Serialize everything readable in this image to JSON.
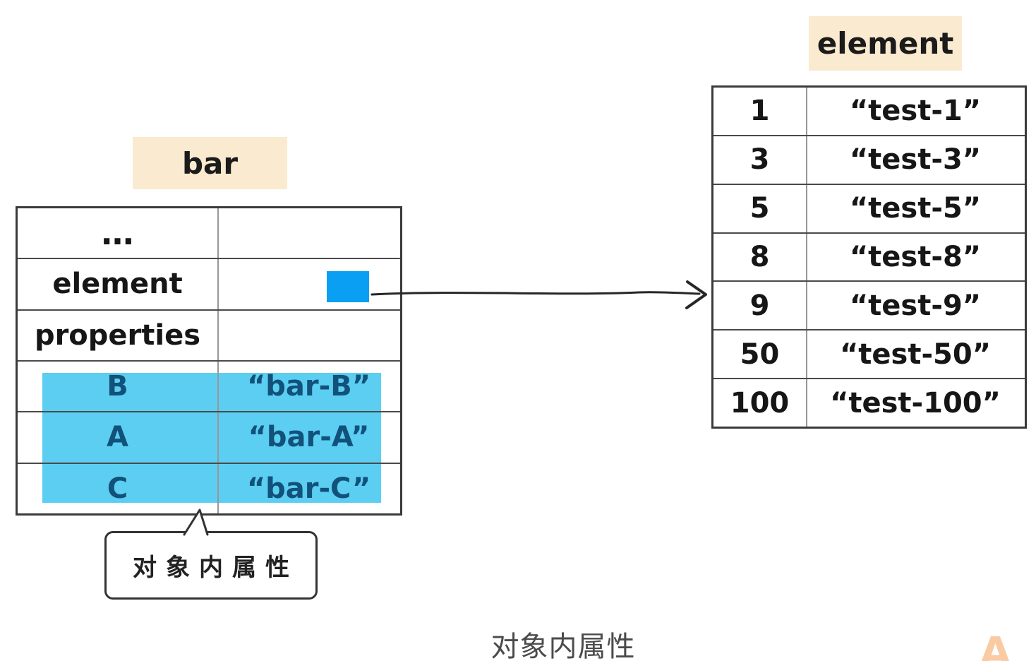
{
  "diagram": {
    "caption": "对象内属性",
    "watermark_letter": "A"
  },
  "bar_section": {
    "title": "bar",
    "callout_label": "对象内属性",
    "table": {
      "rows": [
        {
          "key": "…",
          "value": ""
        },
        {
          "key": "element",
          "value": ""
        },
        {
          "key": "properties",
          "value": ""
        },
        {
          "key": "B",
          "value": "“bar-B”"
        },
        {
          "key": "A",
          "value": "“bar-A”"
        },
        {
          "key": "C",
          "value": "“bar-C”"
        }
      ]
    }
  },
  "element_section": {
    "title": "element",
    "table": {
      "rows": [
        {
          "key": "1",
          "value": "“test-1”"
        },
        {
          "key": "3",
          "value": "“test-3”"
        },
        {
          "key": "5",
          "value": "“test-5”"
        },
        {
          "key": "8",
          "value": "“test-8”"
        },
        {
          "key": "9",
          "value": "“test-9”"
        },
        {
          "key": "50",
          "value": "“test-50”"
        },
        {
          "key": "100",
          "value": "“test-100”"
        }
      ]
    }
  },
  "colors": {
    "label_bg": "#FAEACF",
    "highlight_bg": "#5BCEF2",
    "highlight_text": "#11517A",
    "pointer_square": "#0A9FF2",
    "watermark": "#FACBA3"
  }
}
